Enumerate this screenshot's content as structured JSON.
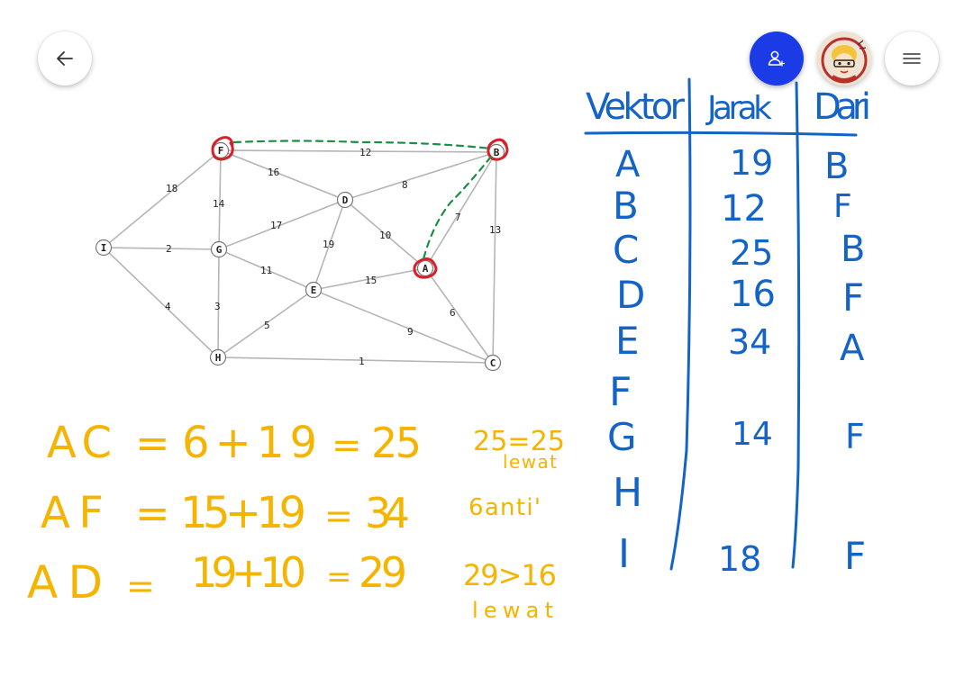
{
  "toolbar": {
    "back_icon": "arrow-left-icon",
    "share_icon": "add-person-icon",
    "menu_icon": "hamburger-menu-icon",
    "share_color": "#1a3be6"
  },
  "graph": {
    "nodes": {
      "F": "F",
      "B": "B",
      "D": "D",
      "I": "I",
      "G": "G",
      "A": "A",
      "E": "E",
      "H": "H",
      "C": "C"
    },
    "weights": {
      "FB": "12",
      "FD": "16",
      "IF": "18",
      "FG": "14",
      "DB": "8",
      "GD": "17",
      "AB": "7",
      "BC": "13",
      "IG": "2",
      "DE": "19",
      "DA": "10",
      "GE": "11",
      "EA": "15",
      "IH": "4",
      "GH": "3",
      "HE": "5",
      "AC": "6",
      "EC": "9",
      "HC": "1"
    },
    "highlighted_nodes": [
      "F",
      "B",
      "A"
    ],
    "highlight_color": "#d8202a",
    "path_color": "#1d8f45"
  },
  "notes": {
    "lines": [
      {
        "left": "AC",
        "eq": "=",
        "expr": "6+19",
        "eq2": "=",
        "result": "25"
      },
      {
        "left": "AF",
        "eq": "=",
        "expr": "15+19",
        "eq2": "=",
        "result": "34"
      },
      {
        "left": "AD",
        "eq": "=",
        "expr": "19+10",
        "eq2": "=",
        "result": "29"
      }
    ],
    "comments": [
      "25=25",
      "lewat",
      "6anti'",
      "29>16",
      "lewat"
    ],
    "color": "#f5b400"
  },
  "table": {
    "headers": [
      "Vektor",
      "Jarak",
      "Dari"
    ],
    "rows": [
      {
        "vektor": "A",
        "jarak": "19",
        "dari": "B"
      },
      {
        "vektor": "B",
        "jarak": "12",
        "dari": "F"
      },
      {
        "vektor": "C",
        "jarak": "25",
        "dari": "B"
      },
      {
        "vektor": "D",
        "jarak": "16",
        "dari": "F"
      },
      {
        "vektor": "E",
        "jarak": "34",
        "dari": "A"
      },
      {
        "vektor": "F",
        "jarak": "",
        "dari": ""
      },
      {
        "vektor": "G",
        "jarak": "14",
        "dari": "F"
      },
      {
        "vektor": "H",
        "jarak": "",
        "dari": ""
      },
      {
        "vektor": "I",
        "jarak": "18",
        "dari": "F"
      }
    ],
    "color": "#1464c8"
  }
}
